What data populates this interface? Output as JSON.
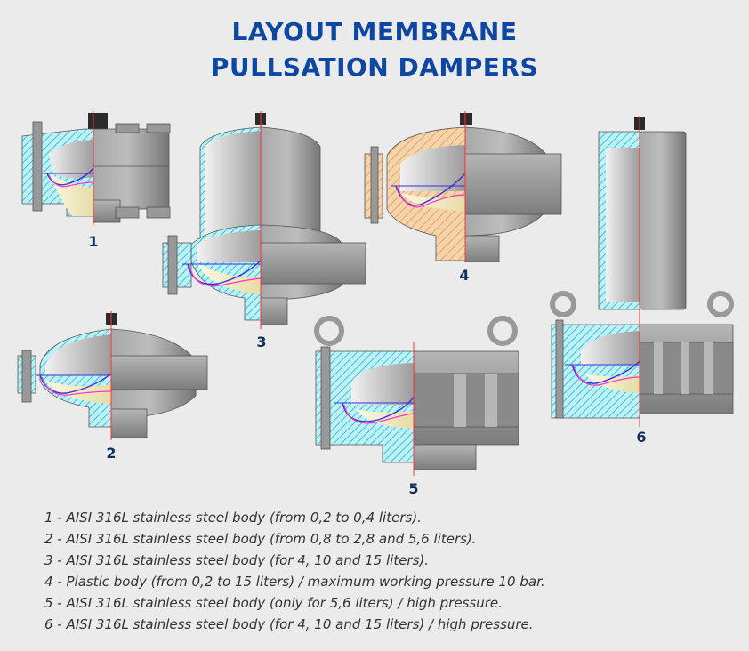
{
  "title": {
    "line1": "LAYOUT MEMBRANE",
    "line2": "PULLSATION DAMPERS"
  },
  "figures": [
    {
      "id": 1,
      "label": "1",
      "body": "AISI 316L stainless steel, compact"
    },
    {
      "id": 2,
      "label": "2",
      "body": "AISI 316L stainless steel, ellipsoid"
    },
    {
      "id": 3,
      "label": "3",
      "body": "AISI 316L stainless steel, tall dome"
    },
    {
      "id": 4,
      "label": "4",
      "body": "Plastic body"
    },
    {
      "id": 5,
      "label": "5",
      "body": "AISI 316L stainless steel, high pressure"
    },
    {
      "id": 6,
      "label": "6",
      "body": "AISI 316L stainless steel, tall high pressure"
    }
  ],
  "legend": [
    "1 - AISI 316L stainless steel body (from 0,2 to 0,4 liters).",
    "2 - AISI 316L stainless steel body (from 0,8 to 2,8 and 5,6 liters).",
    "3 - AISI 316L stainless steel body (for 4, 10 and 15 liters).",
    "4 - Plastic body (from 0,2 to 15 liters) / maximum working pressure 10 bar.",
    "5 - AISI 316L stainless steel body (only for 5,6 liters) / high pressure.",
    "6 - AISI 316L stainless steel body (for 4, 10 and 15 liters) / high pressure."
  ],
  "colors": {
    "title": "#0d47a1",
    "label": "#0f2f5e",
    "steel_hatch": "#9fe3ee",
    "plastic_hatch": "#f2c796",
    "metal": "#8f8f8f",
    "membrane": "#3a2fd6",
    "membrane_pink": "#ff33cc",
    "fluid": "#f4efc8",
    "axis": "#ff3333"
  }
}
